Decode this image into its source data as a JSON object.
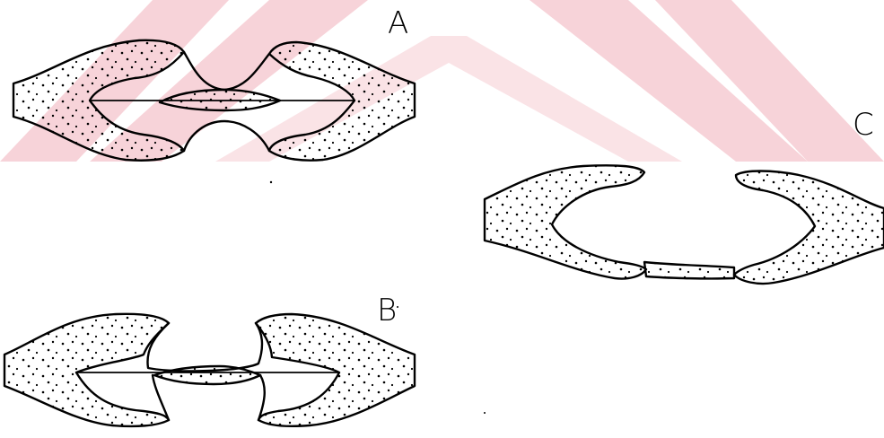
{
  "labels": {
    "panel_a": "A",
    "panel_b": "B",
    "panel_c": "C"
  },
  "colors": {
    "background": "#ffffff",
    "watermark": "#f6c9cf",
    "ink": "#000000"
  },
  "icons": {
    "watermark": "chevron-watermark-logo",
    "panels": "stippled-tissue-drawing"
  }
}
